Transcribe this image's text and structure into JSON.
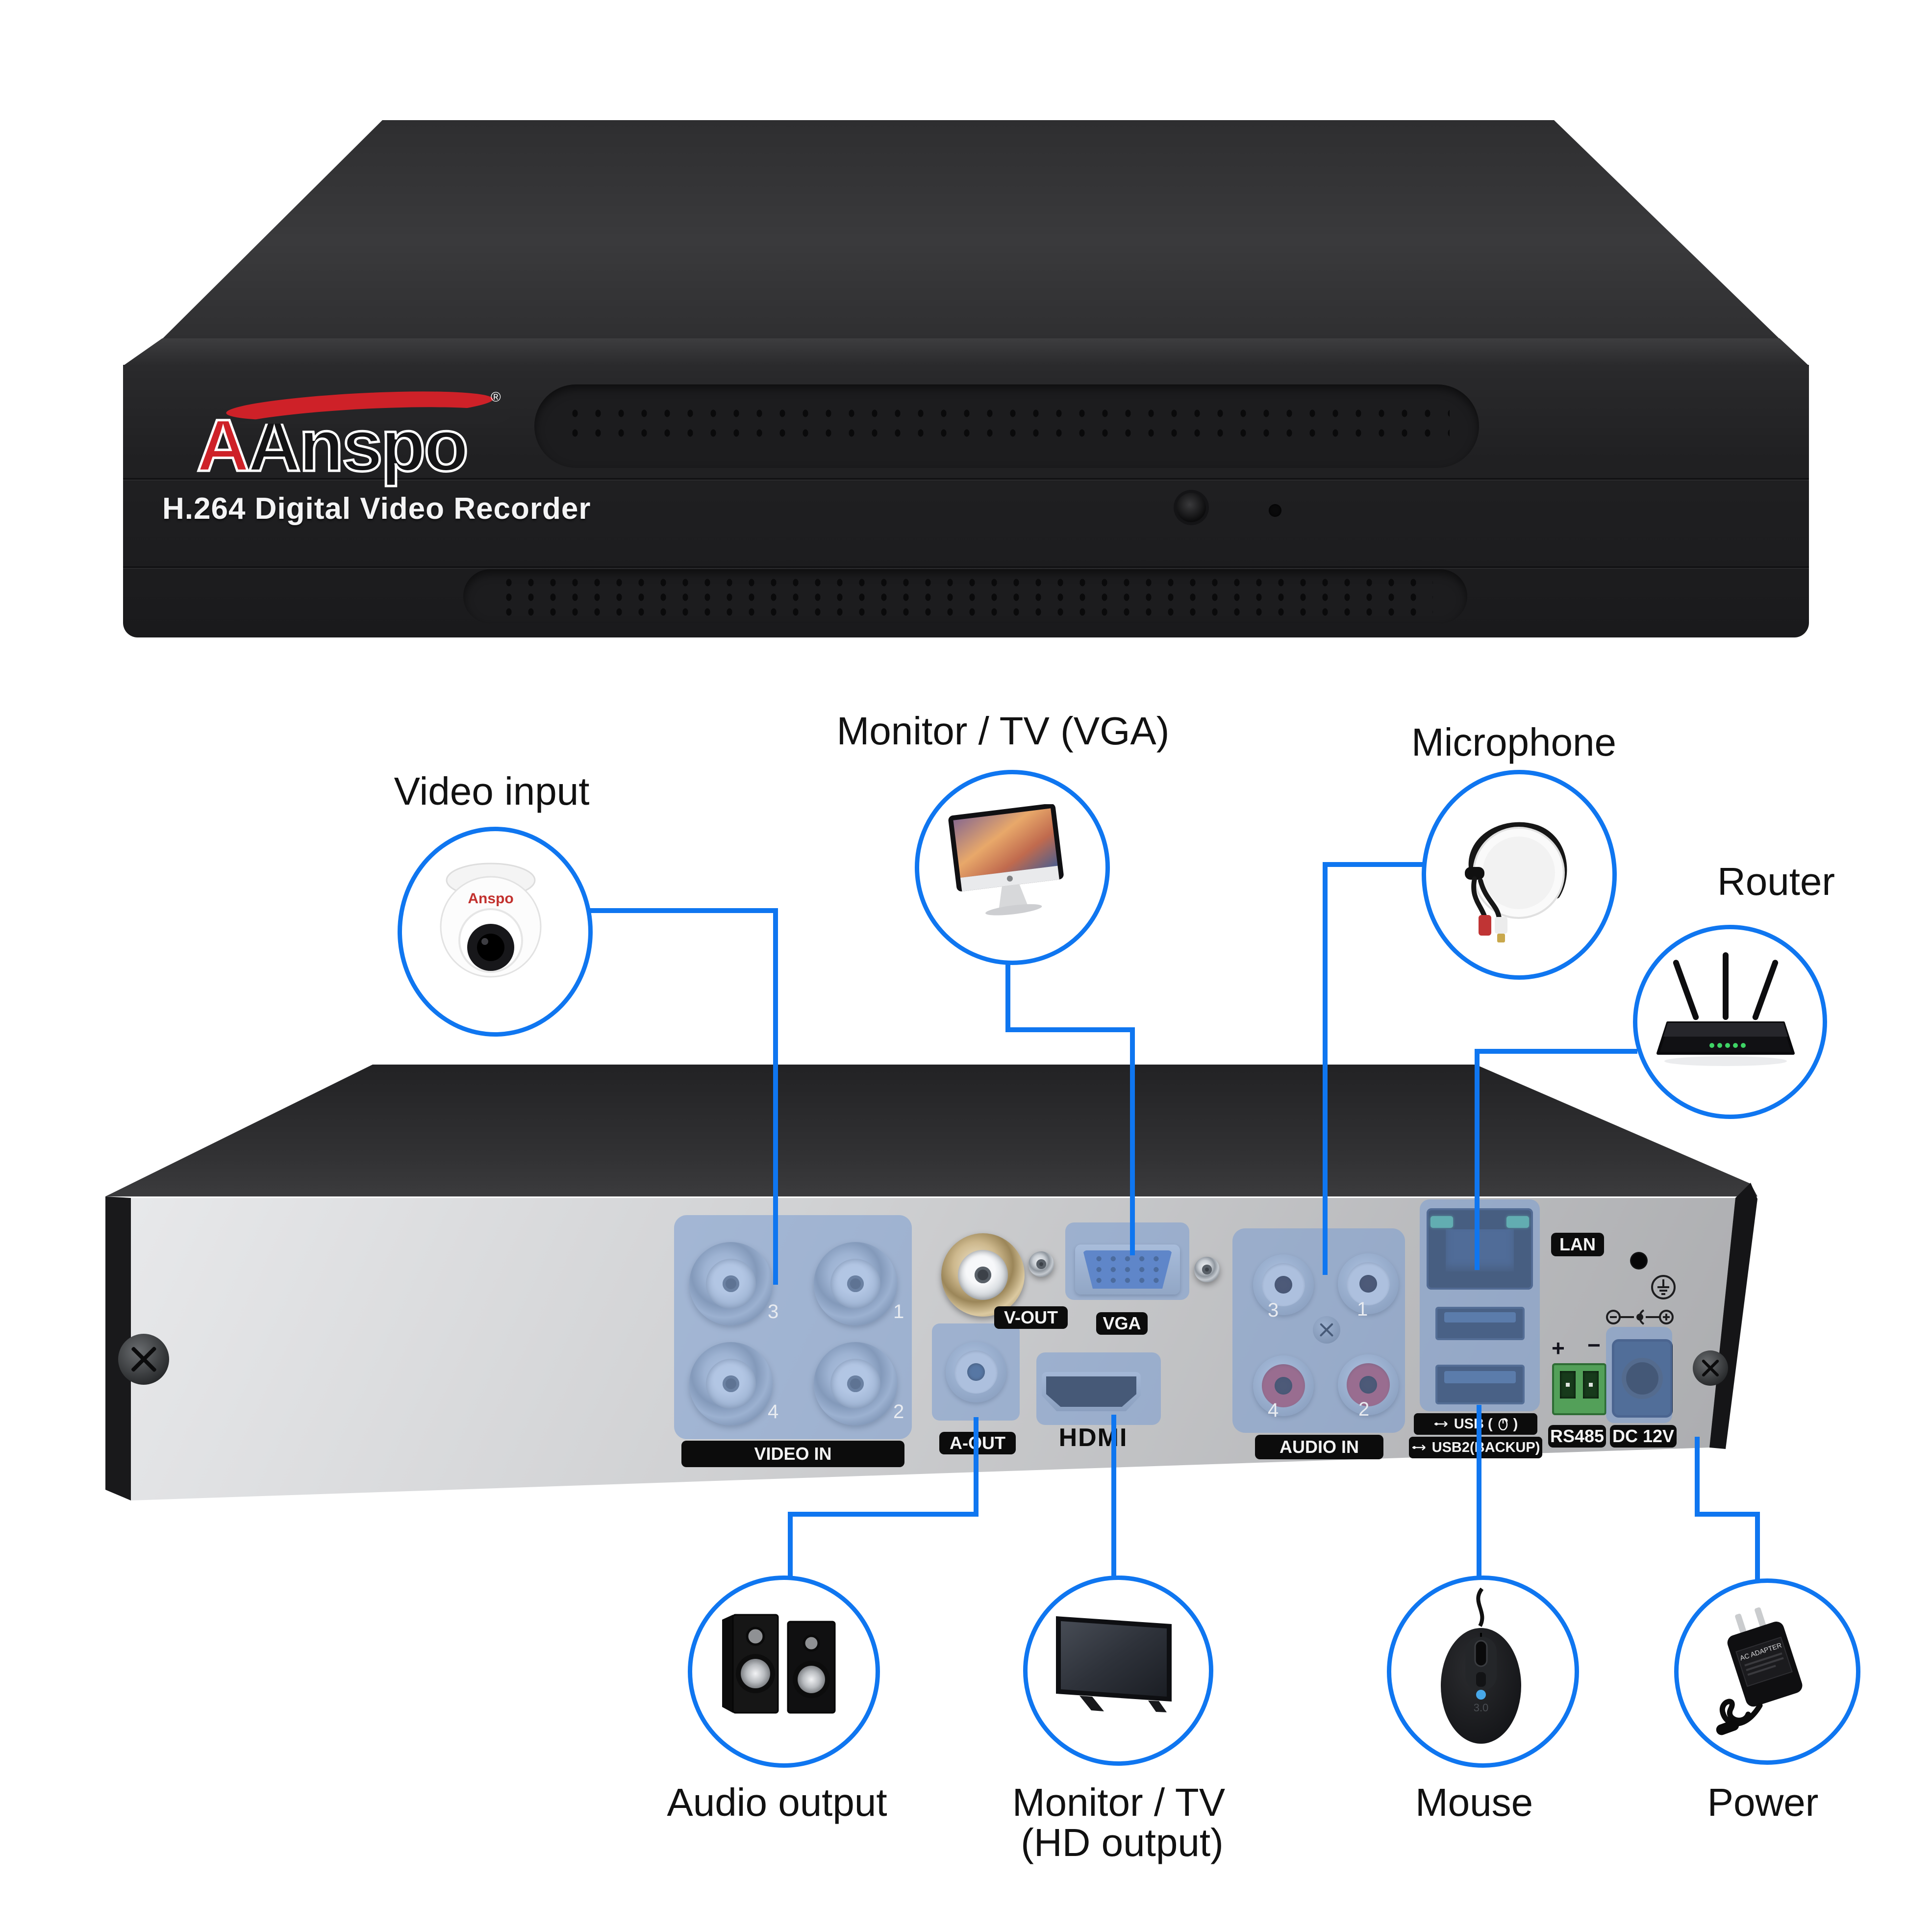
{
  "colors": {
    "accent_blue": "#0f76f0",
    "highlight_overlay": "rgba(122,156,210,0.55)",
    "label_text": "#111111"
  },
  "front_device": {
    "brand": "Anspo",
    "brand_reg": "®",
    "subtitle": "H.264 Digital Video Recorder"
  },
  "rear_device": {
    "video_in": {
      "label": "VIDEO IN",
      "numbers": [
        "3",
        "1",
        "4",
        "2"
      ]
    },
    "v_out_label": "V-OUT",
    "a_out_label": "A-OUT",
    "vga_label": "VGA",
    "hdmi_label": "HDMI",
    "audio_in": {
      "label": "AUDIO IN",
      "numbers": [
        "3",
        "1",
        "4",
        "2"
      ]
    },
    "lan_label": "LAN",
    "usb_label_prefix": "USB (",
    "usb_label_suffix": ")",
    "usb2_label": "USB2(BACKUP)",
    "rs485_label": "RS485",
    "rs485_plus": "+",
    "rs485_minus": "−",
    "dc_label": "DC 12V"
  },
  "callouts": {
    "video_input": {
      "label": "Video input",
      "icon": "dome-camera-icon",
      "camera_brand": "Anspo"
    },
    "monitor_vga": {
      "label": "Monitor / TV (VGA)",
      "icon": "imac-icon"
    },
    "microphone": {
      "label": "Microphone",
      "icon": "microphone-icon"
    },
    "router": {
      "label": "Router",
      "icon": "router-icon"
    },
    "audio_output": {
      "label": "Audio output",
      "icon": "speakers-icon"
    },
    "monitor_hd": {
      "label_line1": "Monitor / TV",
      "label_line2": "(HD output)",
      "icon": "tv-icon"
    },
    "mouse": {
      "label": "Mouse",
      "icon": "mouse-icon",
      "badge": "3.0"
    },
    "power": {
      "label": "Power",
      "icon": "power-adapter-icon",
      "adapter_text": "AC ADAPTER"
    }
  }
}
